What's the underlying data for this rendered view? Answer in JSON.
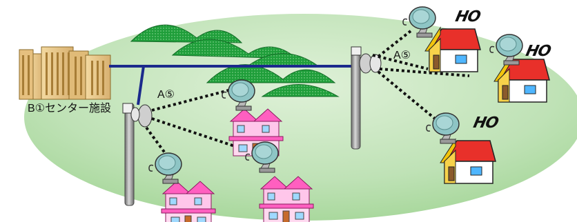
{
  "labels": {
    "center_facility": "B①センター施設",
    "relay_left": "A⑤",
    "relay_right": "A⑤"
  },
  "home_tags": [
    "HO",
    "HO",
    "HO"
  ],
  "colors": {
    "ground": "#bfe2b6",
    "hills": "#1f9e3a",
    "backbone": "#1b2a8c",
    "dish": "#7fb9b9",
    "roof_home": "#e8302a",
    "roof_home_edge": "#f2c40d",
    "house_pink": "#ff7fcf"
  }
}
